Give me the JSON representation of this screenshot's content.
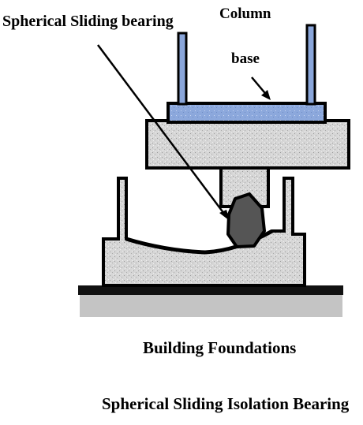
{
  "labels": {
    "spherical_sliding_bearing": "Spherical Sliding bearing",
    "column_line1": "Column",
    "column_line2": "base",
    "caption_line1": "Building Foundations",
    "caption_line2": "Spherical Sliding Isolation Bearing"
  },
  "colors": {
    "outline": "#000000",
    "column_base_fill": "#8aa6da",
    "concrete_fill": "#d4d4d4",
    "bearing_ball_fill": "#555555",
    "ground_line": "#111111",
    "ground_shadow": "#c4c4c4",
    "background": "#ffffff"
  }
}
